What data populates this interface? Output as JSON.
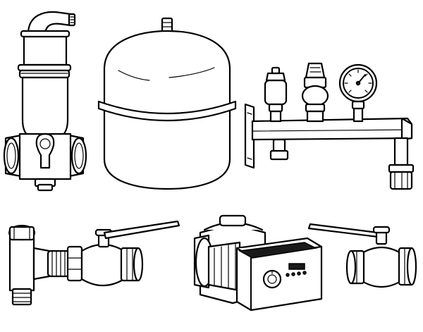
{
  "illustration": {
    "background": "#ffffff",
    "line_color": "#000000",
    "components": [
      {
        "id": "air-dirt-separator",
        "icon": "air-dirt-separator-icon"
      },
      {
        "id": "expansion-vessel",
        "icon": "expansion-vessel-icon"
      },
      {
        "id": "safety-group-manifold",
        "icon": "safety-group-manifold-icon"
      },
      {
        "id": "tee-ball-valve-assembly",
        "icon": "tee-ball-valve-icon"
      },
      {
        "id": "circulation-pump",
        "icon": "circulation-pump-icon"
      },
      {
        "id": "ball-valve",
        "icon": "ball-valve-icon"
      }
    ]
  }
}
